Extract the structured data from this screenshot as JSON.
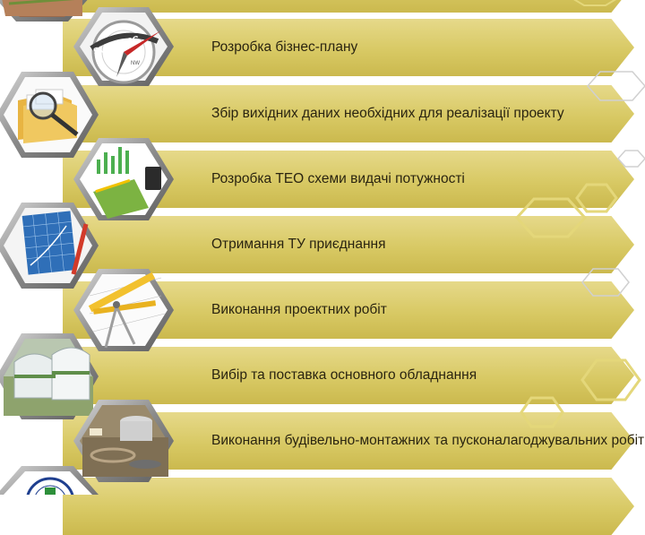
{
  "steps": [
    {
      "label": "Розробка бізнес-плану",
      "icon": "success-compass-icon"
    },
    {
      "label": "Збір вихідних даних необхідних для реалізації проекту",
      "icon": "folders-magnifier-icon"
    },
    {
      "label": "Розробка ТЕО схеми видачі потужності",
      "icon": "charts-calculator-icon"
    },
    {
      "label": "Отримання ТУ приєднання",
      "icon": "blueprint-pencil-icon"
    },
    {
      "label": "Виконання проектних робіт",
      "icon": "drafting-tools-icon"
    },
    {
      "label": "Вибір та поставка основного обладнання",
      "icon": "biogas-tanks-icon"
    },
    {
      "label": "Виконання будівельно-монтажних та пусконалагоджувальних робіт",
      "icon": "construction-site-icon"
    }
  ],
  "colors": {
    "banner": "#d8c964",
    "banner_dark": "#cbb94e",
    "frame": "#8a8a8a",
    "decor_hex": "#e4d77a"
  }
}
